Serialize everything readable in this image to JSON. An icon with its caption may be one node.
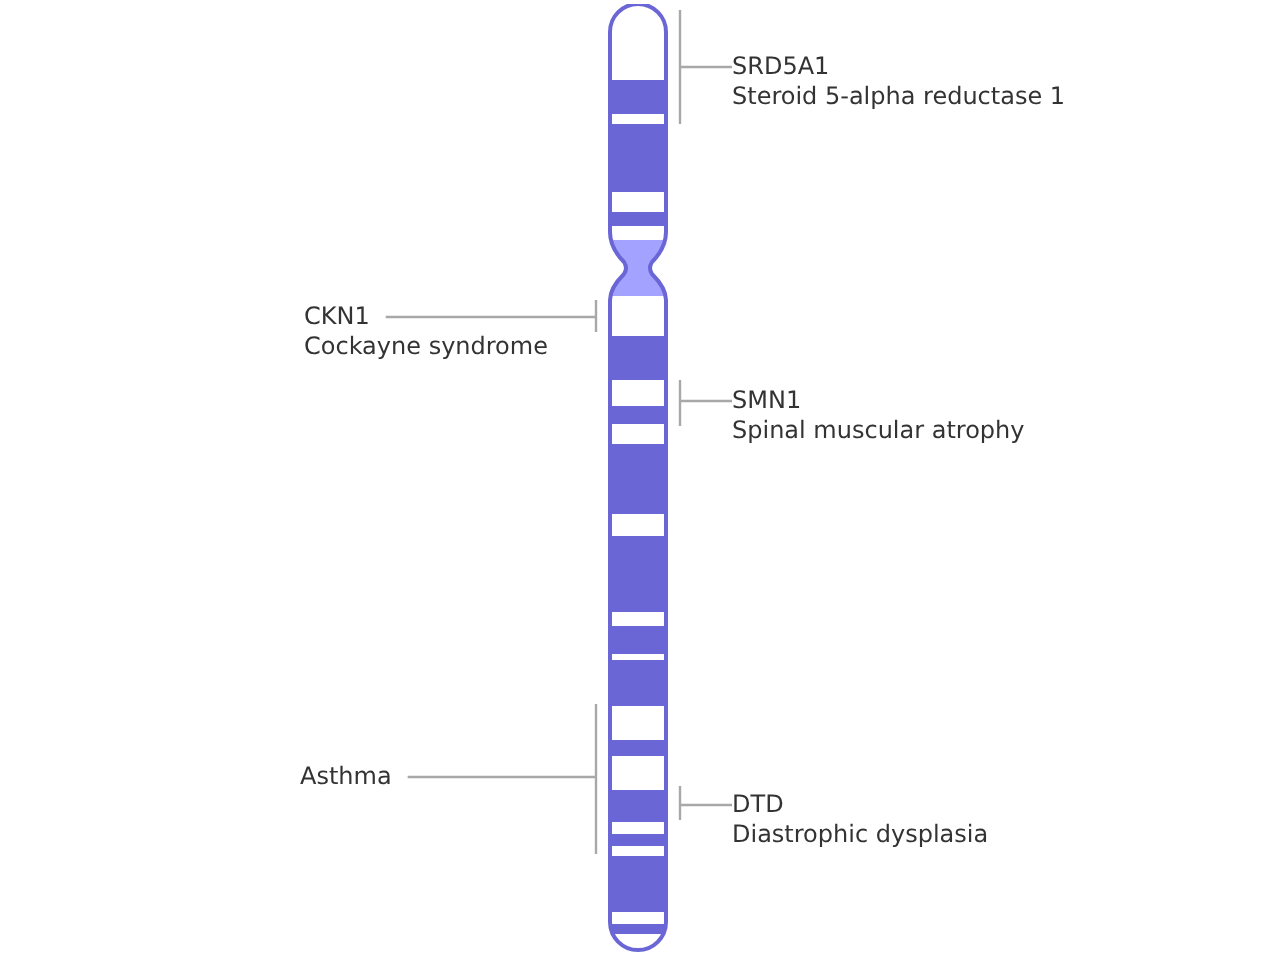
{
  "diagram": {
    "nodes": [
      {
        "text": [
          "SRD5A1",
          "Steroid 5-alpha reductase 1"
        ]
      },
      {
        "text": [
          "CKN1",
          "Cockayne syndrome"
        ]
      },
      {
        "text": [
          "SMN1",
          "Spinal muscular atrophy"
        ]
      },
      {
        "text": [
          "Asthma"
        ]
      },
      {
        "text": [
          "DTD",
          "Diastrophic dysplasia"
        ]
      },
      {
        "text": [],
        "shape": "picture"
      }
    ],
    "edges": [
      {
        "from": 0,
        "to": 5,
        "arrow": "other"
      },
      {
        "from": 1,
        "to": 5,
        "arrow": "other"
      },
      {
        "from": 2,
        "to": 5,
        "arrow": "other"
      },
      {
        "from": 3,
        "to": 5,
        "arrow": "other"
      },
      {
        "from": 4,
        "to": 5,
        "arrow": "other"
      }
    ]
  }
}
